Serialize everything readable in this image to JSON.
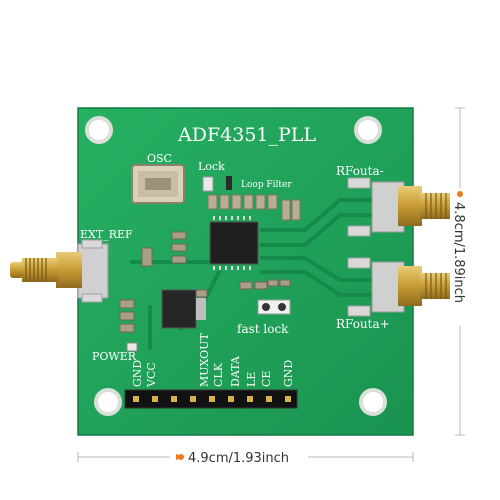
{
  "board": {
    "title": "ADF4351_PLL",
    "osc_label": "OSC",
    "lock_label": "Lock",
    "loop_filter_label": "Loop Filter",
    "rfout_minus_label": "RFouta-",
    "rfout_plus_label": "RFouta+",
    "ext_ref_label": "EXT_REF",
    "fast_lock_label": "fast lock",
    "power_label": "POWER",
    "pins": [
      "GND",
      "VCC",
      "MUXOUT",
      "CLK",
      "DATA",
      "LE",
      "CE",
      "GND"
    ],
    "pcb_color": "#1fa45a",
    "connector_color": "#c9a23a"
  },
  "dimensions": {
    "width": "4.9cm/1.93inch",
    "height": "4.8cm/1.89inch",
    "marker_color": "#f07a1c"
  }
}
